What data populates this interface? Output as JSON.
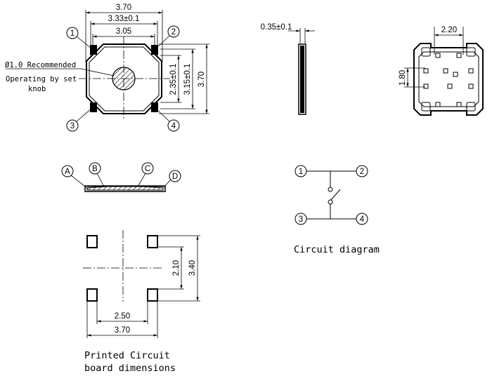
{
  "top_view": {
    "dim_total_width": "3.70",
    "dim_body_width": "3.33±0.1",
    "dim_inner_width": "3.05",
    "dim_total_height": "3.70",
    "dim_body_height": "3.15±0.1",
    "dim_inner_height": "2.35±0.1",
    "knob_note_line1": "Ø1.0 Recommended",
    "knob_note_line2": "Operating by set",
    "knob_note_line3": "knob",
    "pins": [
      "1",
      "2",
      "3",
      "4"
    ]
  },
  "side_view": {
    "dim_thickness": "0.35±0.1"
  },
  "bottom_view": {
    "dim_width": "2.20",
    "dim_height": "1.80"
  },
  "layer_view": {
    "labels": [
      "A",
      "B",
      "C",
      "D"
    ]
  },
  "pcb": {
    "dim_inner_height": "2.10",
    "dim_outer_height": "3.40",
    "dim_inner_width": "2.50",
    "dim_outer_width": "3.70",
    "caption_line1": "Printed Circuit",
    "caption_line2": "board dimensions"
  },
  "circuit": {
    "pins": [
      "1",
      "2",
      "3",
      "4"
    ],
    "caption": "Circuit diagram"
  }
}
